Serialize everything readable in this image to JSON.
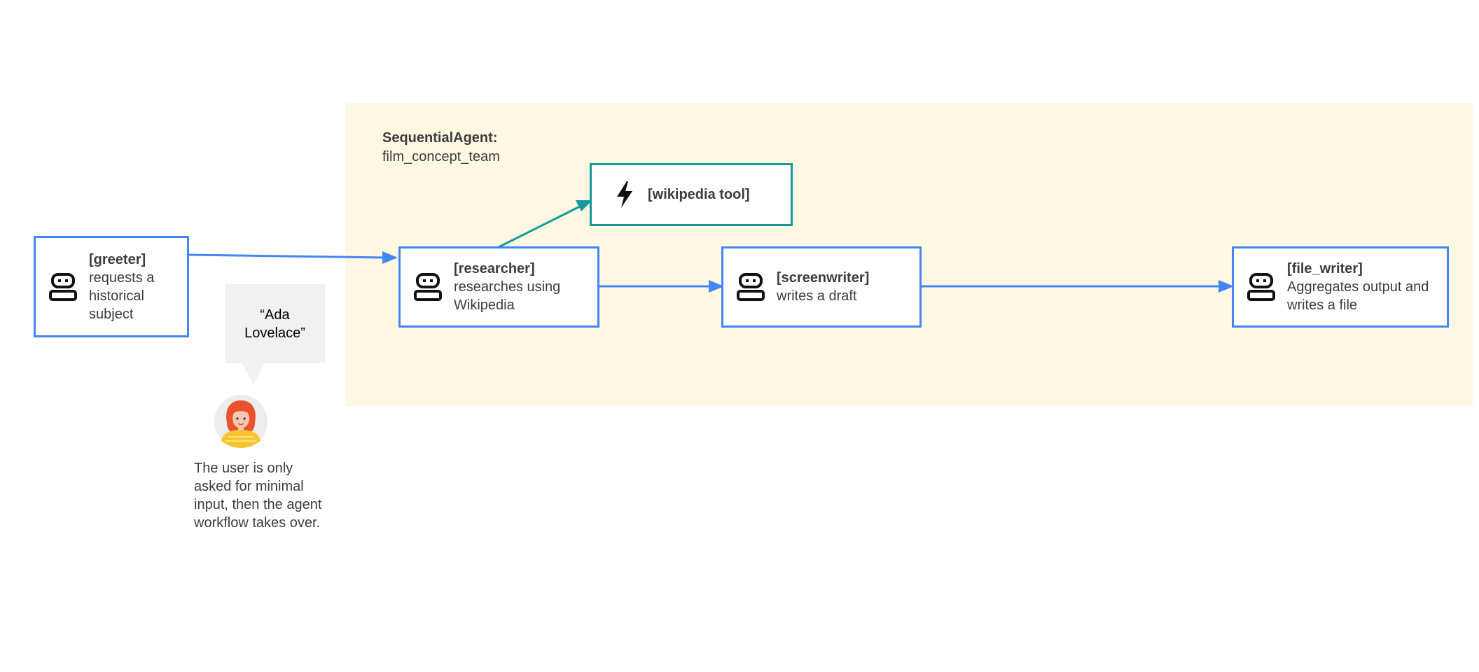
{
  "group": {
    "title": "SequentialAgent:",
    "name": "film_concept_team",
    "background": "#fef8e3"
  },
  "nodes": {
    "greeter": {
      "name": "[greeter]",
      "desc": "requests a historical subject",
      "icon": "robot-icon"
    },
    "researcher": {
      "name": "[researcher]",
      "desc": "researches using Wikipedia",
      "icon": "robot-icon"
    },
    "screenwriter": {
      "name": "[screenwriter]",
      "desc": "writes a draft",
      "icon": "robot-icon"
    },
    "file_writer": {
      "name": "[file_writer]",
      "desc": "Aggregates output and writes a file",
      "icon": "robot-icon"
    },
    "wikipedia_tool": {
      "name": "[wikipedia tool]",
      "icon": "lightning-bolt-icon"
    }
  },
  "user": {
    "speech": "“Ada Lovelace”",
    "note": "The user is only asked for minimal input, then the agent workflow takes over.",
    "icon": "user-avatar-icon"
  },
  "colors": {
    "agent_border": "#4285f4",
    "tool_border": "#12999b",
    "agent_arrow": "#4285f4",
    "tool_arrow": "#12999b"
  }
}
